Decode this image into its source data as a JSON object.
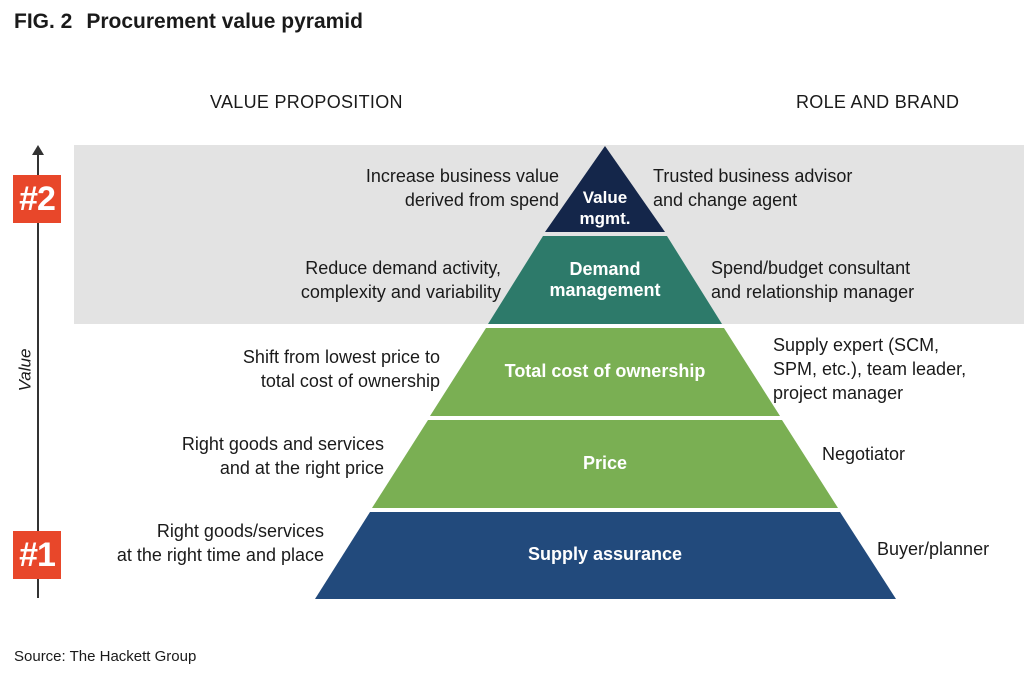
{
  "figure": {
    "number": "FIG. 2",
    "title": "Procurement value pyramid"
  },
  "headers": {
    "left": "VALUE PROPOSITION",
    "right": "ROLE AND BRAND"
  },
  "axis": {
    "label": "Value",
    "badge_top": "#2",
    "badge_bottom": "#1"
  },
  "levels": [
    {
      "label_line1": "Value",
      "label_line2": "mgmt.",
      "proposition_line1": "Increase business value",
      "proposition_line2": "derived from spend",
      "role_line1": "Trusted business advisor",
      "role_line2": "and change agent",
      "color": "#14264a"
    },
    {
      "label_line1": "Demand",
      "label_line2": "management",
      "proposition_line1": "Reduce demand activity,",
      "proposition_line2": "complexity and variability",
      "role_line1": "Spend/budget consultant",
      "role_line2": "and relationship manager",
      "color": "#2d7a6a"
    },
    {
      "label_line1": "Total cost of ownership",
      "proposition_line1": "Shift from lowest price to",
      "proposition_line2": "total cost of ownership",
      "role_line1": "Supply expert (SCM,",
      "role_line2": "SPM, etc.), team leader,",
      "role_line3": "project manager",
      "color": "#7aaf53"
    },
    {
      "label_line1": "Price",
      "proposition_line1": "Right goods and services",
      "proposition_line2": "and at the right price",
      "role_line1": "Negotiator",
      "color": "#7aaf53"
    },
    {
      "label_line1": "Supply assurance",
      "proposition_line1": "Right goods/services",
      "proposition_line2": "at the right time and place",
      "role_line1": "Buyer/planner",
      "color": "#224a7c"
    }
  ],
  "source": "Source: The Hackett Group"
}
